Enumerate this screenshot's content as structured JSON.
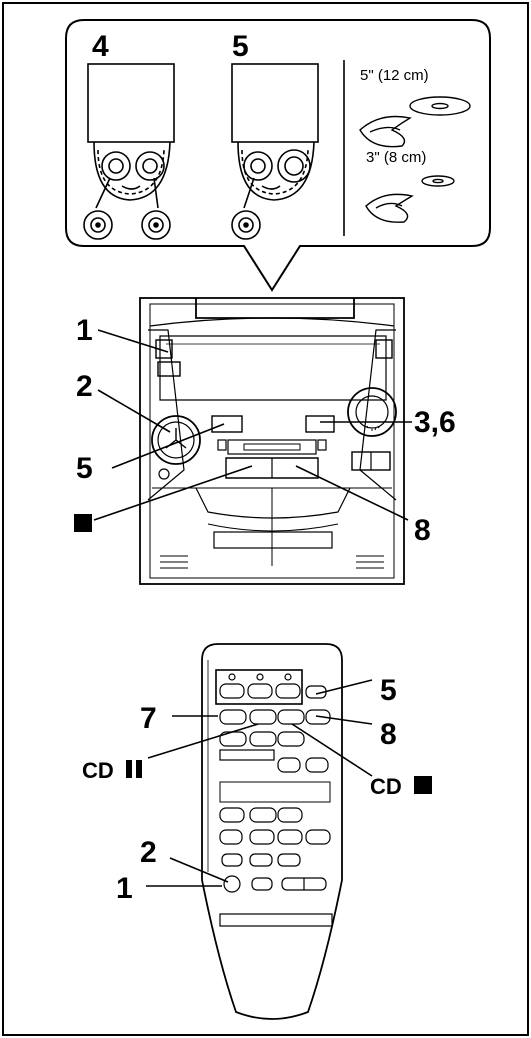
{
  "inset": {
    "step_left": "4",
    "step_right": "5",
    "disc_large": "5\" (12 cm)",
    "disc_small": "3\" (8 cm)"
  },
  "unit_callouts": {
    "c1": "1",
    "c2": "2",
    "c36": "3,6",
    "c5": "5",
    "c8": "8"
  },
  "remote_callouts": {
    "c7": "7",
    "c5": "5",
    "c8": "8",
    "cd_pause": "CD",
    "cd_stop": "CD",
    "c2": "2",
    "c1": "1"
  },
  "colors": {
    "ink": "#000000",
    "paper": "#ffffff"
  }
}
